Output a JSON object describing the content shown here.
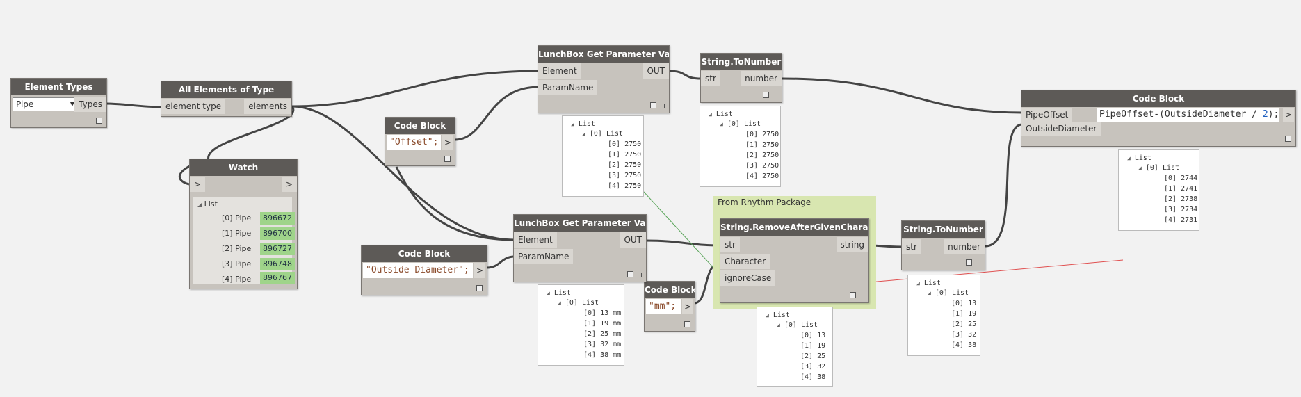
{
  "colors": {
    "canvas": "#f2f2f2",
    "node_header": "#5d5a57",
    "node_body": "#c7c3bd",
    "group_bg": "#d8e6b0",
    "watch_value": "#9fd48a"
  },
  "element_types": {
    "title": "Element Types",
    "dropdown_value": "Pipe",
    "out_port": "Types"
  },
  "all_elements": {
    "title": "All Elements of Type",
    "in_port": "element type",
    "out_port": "elements"
  },
  "watch": {
    "title": "Watch",
    "in_port": ">",
    "out_port": ">",
    "list_label": "List",
    "items": [
      {
        "label": "[0] Pipe",
        "id": "896672"
      },
      {
        "label": "[1] Pipe",
        "id": "896700"
      },
      {
        "label": "[2] Pipe",
        "id": "896727"
      },
      {
        "label": "[3] Pipe",
        "id": "896748"
      },
      {
        "label": "[4] Pipe",
        "id": "896767"
      }
    ]
  },
  "code_offset": {
    "title": "Code Block",
    "code": "\"Offset\";",
    "out": ">"
  },
  "code_outside": {
    "title": "Code Block",
    "code": "\"Outside Diameter\";",
    "out": ">"
  },
  "code_mm": {
    "title": "Code Block",
    "code": "\"mm\";",
    "out": ">"
  },
  "lunch1": {
    "title": "LunchBox Get Parameter Value",
    "in1": "Element",
    "in2": "ParamName",
    "out": "OUT",
    "preview": {
      "l1": "List",
      "l2": "[0] List",
      "rows": [
        "[0] 2750",
        "[1] 2750",
        "[2] 2750",
        "[3] 2750",
        "[4] 2750"
      ]
    }
  },
  "lunch2": {
    "title": "LunchBox Get Parameter Value",
    "in1": "Element",
    "in2": "ParamName",
    "out": "OUT",
    "preview": {
      "l1": "List",
      "l2": "[0] List",
      "rows": [
        "[0] 13 mm",
        "[1] 19 mm",
        "[2] 25 mm",
        "[3] 32 mm",
        "[4] 38 mm"
      ]
    }
  },
  "tonum1": {
    "title": "String.ToNumber",
    "in": "str",
    "out": "number",
    "preview": {
      "l1": "List",
      "l2": "[0] List",
      "rows": [
        "[0] 2750",
        "[1] 2750",
        "[2] 2750",
        "[3] 2750",
        "[4] 2750"
      ]
    }
  },
  "tonum2": {
    "title": "String.ToNumber",
    "in": "str",
    "out": "number",
    "preview": {
      "l1": "List",
      "l2": "[0] List",
      "rows": [
        "[0] 13",
        "[1] 19",
        "[2] 25",
        "[3] 32",
        "[4] 38"
      ]
    }
  },
  "group": {
    "title": "From Rhythm Package"
  },
  "remove": {
    "title": "String.RemoveAfterGivenCharacter",
    "in1": "str",
    "in2": "Character",
    "in3": "ignoreCase",
    "out": "string",
    "preview": {
      "l1": "List",
      "l2": "[0] List",
      "rows": [
        "[0] 13",
        "[1] 19",
        "[2] 25",
        "[3] 32",
        "[4] 38"
      ]
    }
  },
  "final_code": {
    "title": "Code Block",
    "in1": "PipeOffset",
    "in2": "OutsideDiameter",
    "code_a": "PipeOffset-(OutsideDiameter / ",
    "code_num": "2",
    "code_b": ");",
    "out": ">",
    "preview": {
      "l1": "List",
      "l2": "[0] List",
      "rows": [
        "[0] 2744",
        "[1] 2741",
        "[2] 2738",
        "[3] 2734",
        "[4] 2731"
      ]
    }
  }
}
